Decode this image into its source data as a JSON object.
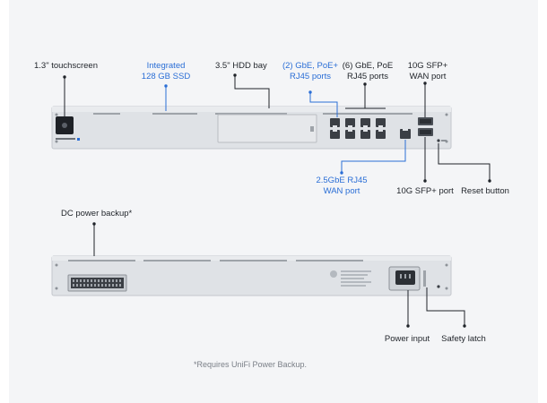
{
  "colors": {
    "callout_default": "#1f2329",
    "callout_highlight": "#2a6ed6",
    "chassis": "#d9dde2",
    "port": "#3b3f45",
    "background": "#f4f5f7"
  },
  "front": {
    "labels": {
      "touchscreen": "1.3\" touchscreen",
      "ssd_line1": "Integrated",
      "ssd_line2": "128 GB SSD",
      "hdd": "3.5\" HDD bay",
      "poe_plus_line1": "(2) GbE, PoE+",
      "poe_plus_line2": "RJ45 ports",
      "poe_line1": "(6) GbE, PoE",
      "poe_line2": "RJ45 ports",
      "sfp_wan_line1": "10G SFP+",
      "sfp_wan_line2": "WAN port",
      "wan_25g_line1": "2.5GbE RJ45",
      "wan_25g_line2": "WAN port",
      "sfp_port": "10G SFP+ port",
      "reset": "Reset button"
    }
  },
  "rear": {
    "labels": {
      "dc_power": "DC power backup*",
      "power_input": "Power input",
      "safety_latch": "Safety latch"
    }
  },
  "footnote": "*Requires UniFi Power Backup."
}
